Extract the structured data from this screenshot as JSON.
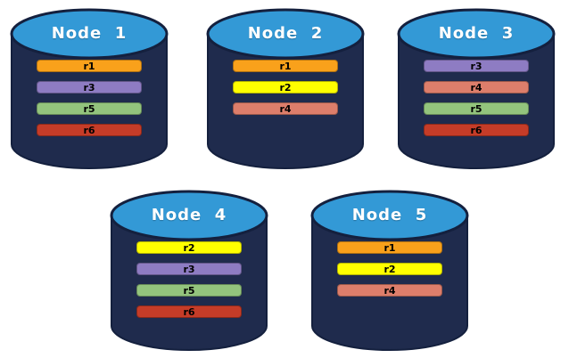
{
  "diagram": {
    "description": "Five database nodes with replicated records",
    "palette": {
      "cylinder_top": "#3399D6",
      "cylinder_body": "#1F2B4D",
      "cylinder_border": "#14203E",
      "orange": "#F9A11B",
      "yellow": "#FFFF00",
      "purple": "#8E7CC3",
      "salmon": "#DD7E6B",
      "green": "#93C47D",
      "red": "#C53C28"
    },
    "replica_colors": {
      "r1": "orange",
      "r2": "yellow",
      "r3": "purple",
      "r4": "salmon",
      "r5": "green",
      "r6": "red"
    },
    "nodes": [
      {
        "label": "Node  1",
        "replicas": [
          "r1",
          "r3",
          "r5",
          "r6"
        ]
      },
      {
        "label": "Node  2",
        "replicas": [
          "r1",
          "r2",
          "r4"
        ]
      },
      {
        "label": "Node  3",
        "replicas": [
          "r3",
          "r4",
          "r5",
          "r6"
        ]
      },
      {
        "label": "Node  4",
        "replicas": [
          "r2",
          "r3",
          "r5",
          "r6"
        ]
      },
      {
        "label": "Node  5",
        "replicas": [
          "r1",
          "r2",
          "r4"
        ]
      }
    ]
  }
}
